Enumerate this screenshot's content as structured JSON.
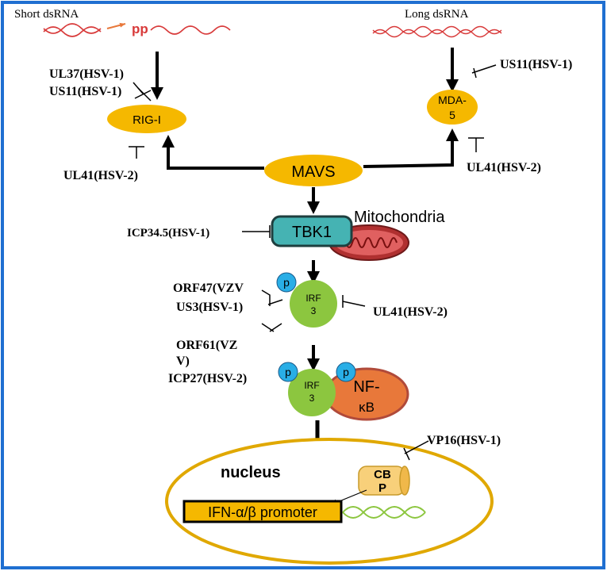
{
  "inputs": {
    "short_dsrna": "Short dsRNA",
    "pp": "pp",
    "long_dsrna": "Long dsRNA"
  },
  "nodes": {
    "rig_i": "RIG-I",
    "mda5_line1": "MDA-",
    "mda5_line2": "5",
    "mavs": "MAVS",
    "tbk1": "TBK1",
    "mitochondria": "Mitochondria",
    "irf3_a_line1": "IRF",
    "irf3_a_line2": "3",
    "irf3_b_line1": "IRF",
    "irf3_b_line2": "3",
    "p": "p",
    "nfkb_line1": "NF-",
    "nfkb_line2": "κB",
    "nucleus": "nucleus",
    "cbp_line1": "CB",
    "cbp_line2": "P",
    "promoter": "IFN-α/β promoter"
  },
  "inhibitors": {
    "ul37": "UL37(HSV-1)",
    "us11_left": "US11(HSV-1)",
    "ul41_left": "UL41(HSV-2)",
    "us11_right": "US11(HSV-1)",
    "ul41_right": "UL41(HSV-2)",
    "icp34_5": "ICP34.5(HSV-1)",
    "orf47": "ORF47(VZV",
    "us3": "US3(HSV-1)",
    "ul41_irf3": "UL41(HSV-2)",
    "orf61_line1": "ORF61(VZ",
    "orf61_line2": "V)",
    "icp27": "ICP27(HSV-2)",
    "vp16": "VP16(HSV-1)"
  },
  "colors": {
    "frame": "#1f6fd1",
    "yellow": "#f5b800",
    "teal": "#45b3b3",
    "green": "#8cc63f",
    "orange": "#e8783a",
    "blue_p": "#29aee6",
    "red_rna": "#d83a3a",
    "cbp": "#f8d07a",
    "nucleus_border": "#e0a800"
  }
}
